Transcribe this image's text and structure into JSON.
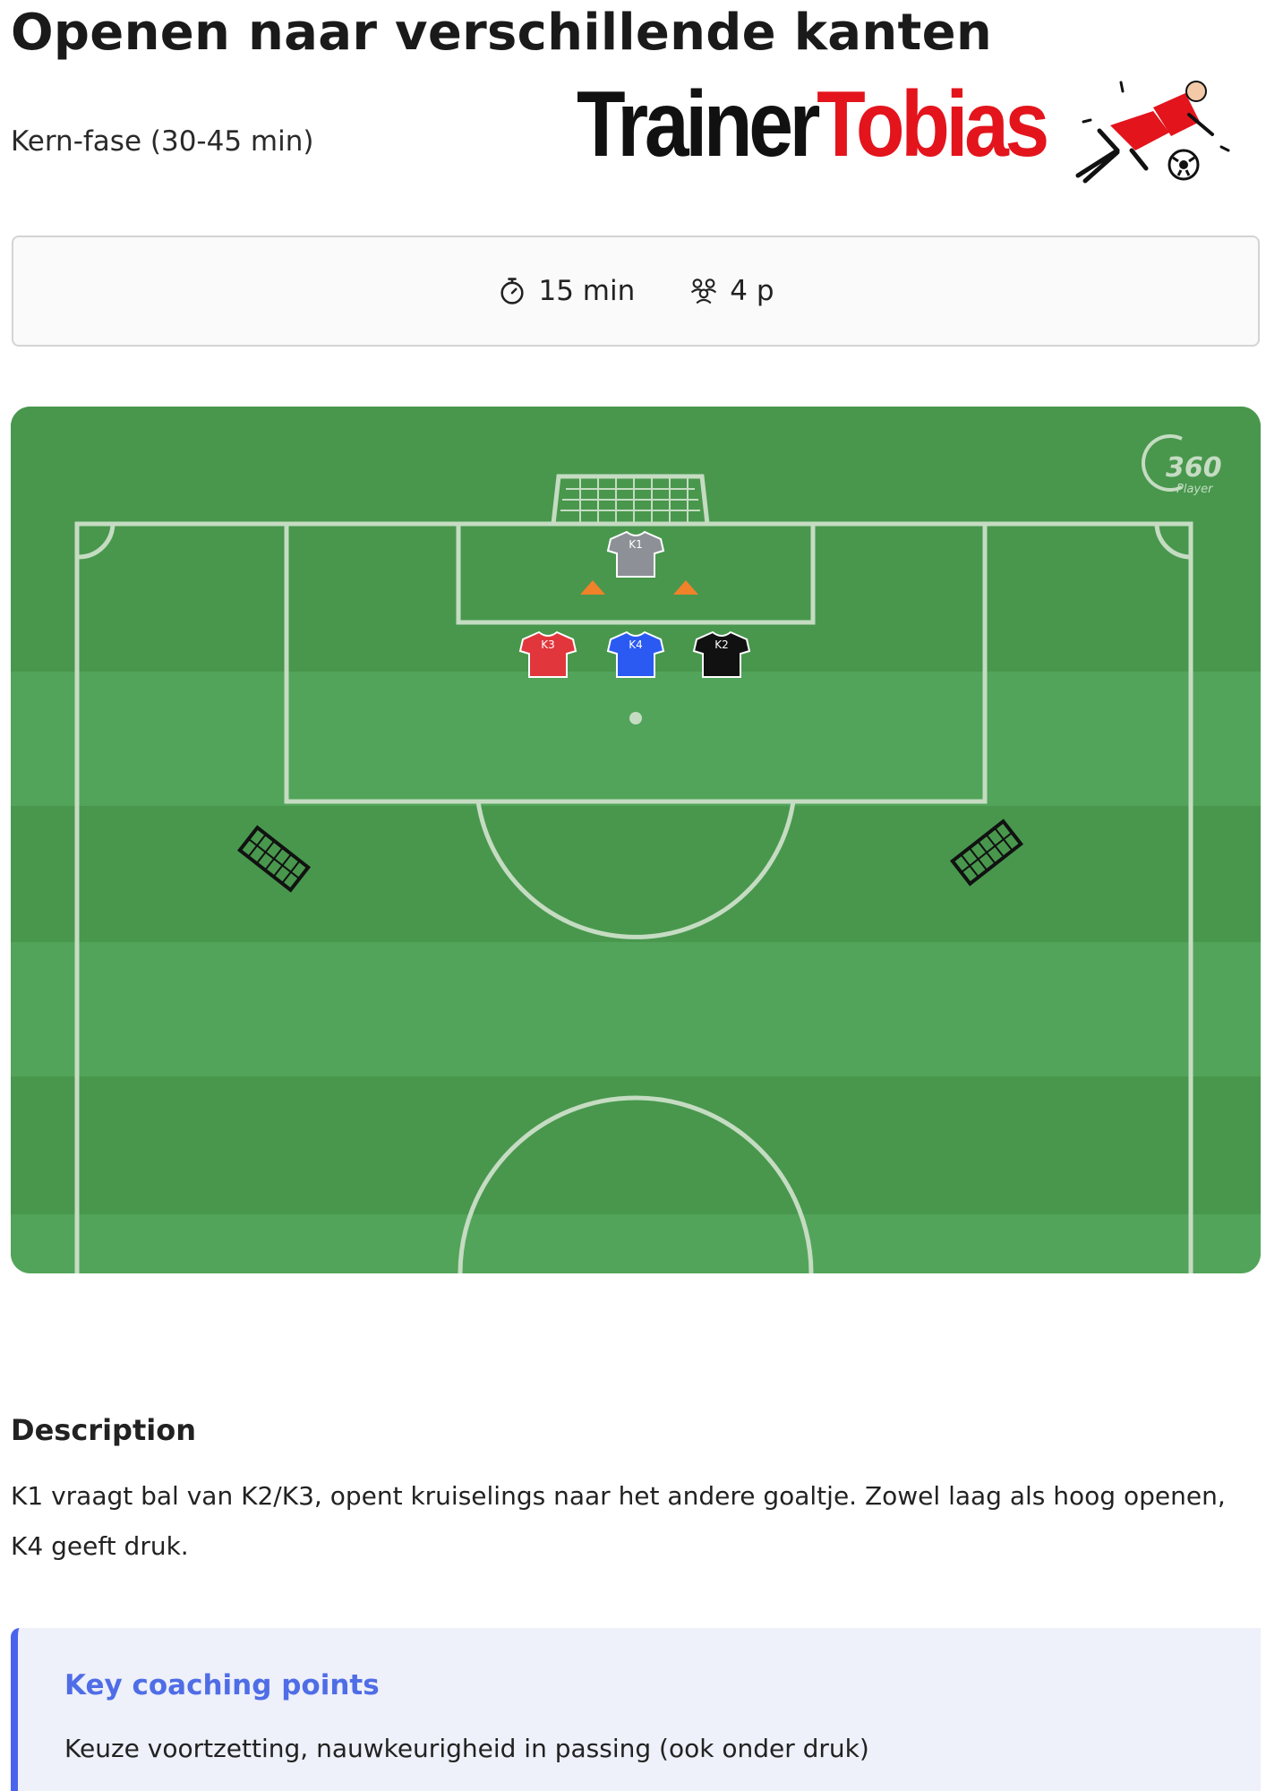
{
  "header": {
    "title": "Openen naar verschillende kanten",
    "subtitle": "Kern-fase (30-45 min)",
    "logo_part1": "Trainer",
    "logo_part2": "Tobias"
  },
  "meta": {
    "duration": "15 min",
    "duration_icon": "stopwatch-icon",
    "players": "4 p",
    "players_icon": "group-icon"
  },
  "field": {
    "watermark": "360",
    "watermark_sub": "Player",
    "players": [
      {
        "label": "K1",
        "color": "#8e9097"
      },
      {
        "label": "K3",
        "color": "#e1363c"
      },
      {
        "label": "K4",
        "color": "#2b5af2"
      },
      {
        "label": "K2",
        "color": "#111111"
      }
    ],
    "cone_color": "#f0822a"
  },
  "description": {
    "heading": "Description",
    "text": "K1 vraagt bal van K2/K3, opent kruiselings naar het andere goaltje. Zowel laag als hoog openen, K4 geeft druk."
  },
  "coaching": {
    "heading": "Key coaching points",
    "text": "Keuze voortzetting, nauwkeurigheid in passing (ook onder druk)",
    "accent": "#4a63ec"
  }
}
